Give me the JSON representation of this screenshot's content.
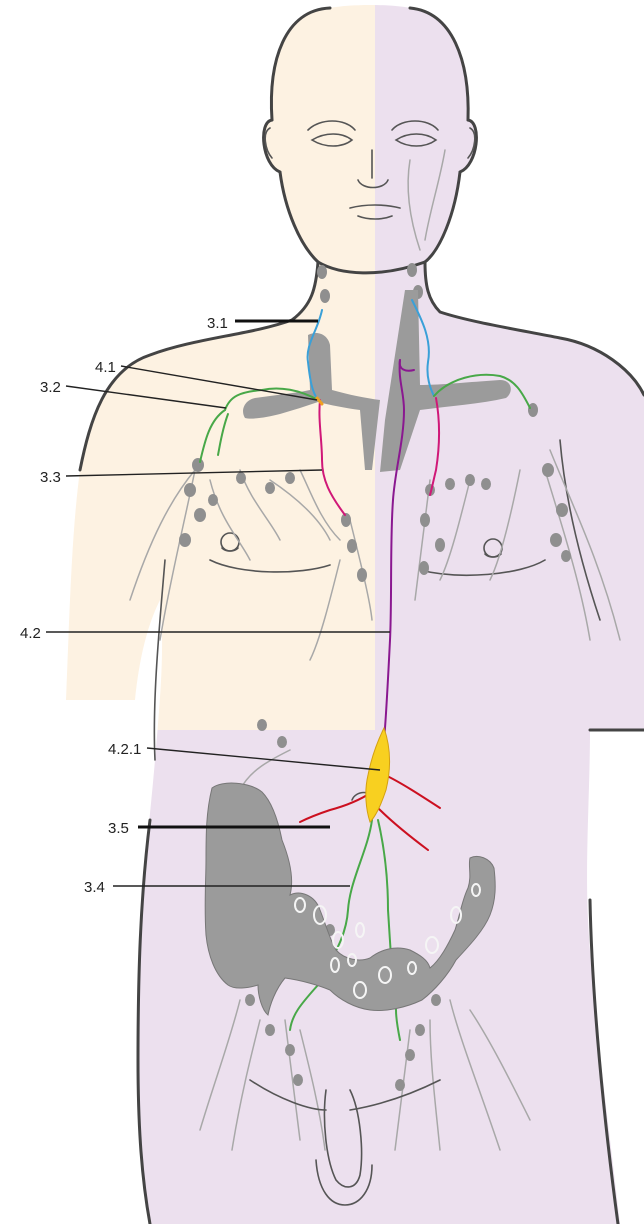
{
  "figure": {
    "colors": {
      "right_side_fill": "#fdf2e2",
      "left_side_fill": "#ece0ee",
      "outline": "#444444",
      "lymph_node": "#8f8f8f",
      "organ": "#9b9b9b",
      "line_blue": "#3aa0d8",
      "line_green": "#48a848",
      "line_pink": "#d01878",
      "line_purple": "#8a1890",
      "line_red": "#cc1020",
      "line_orange": "#f0a020",
      "cisterna_yellow": "#f8d020",
      "leader": "#222222"
    },
    "labels": [
      {
        "id": "3-1",
        "text": "3.1"
      },
      {
        "id": "4-1",
        "text": "4.1"
      },
      {
        "id": "3-2",
        "text": "3.2"
      },
      {
        "id": "3-3",
        "text": "3.3"
      },
      {
        "id": "4-2",
        "text": "4.2"
      },
      {
        "id": "4-2-1",
        "text": "4.2.1"
      },
      {
        "id": "3-5",
        "text": "3.5"
      },
      {
        "id": "3-4",
        "text": "3.4"
      }
    ]
  }
}
